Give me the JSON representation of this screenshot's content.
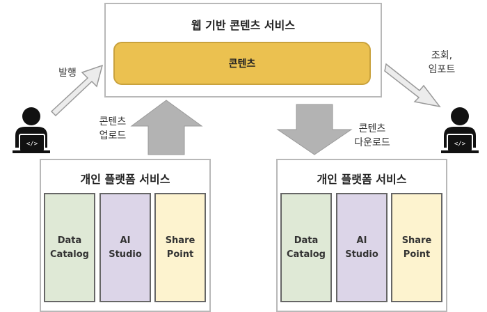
{
  "web_service": {
    "title": "웹 기반 콘텐츠 서비스",
    "content_label": "콘텐츠"
  },
  "arrows": {
    "publish": "발행",
    "view_import": [
      "조회,",
      "임포트"
    ],
    "upload": [
      "콘텐츠",
      "업로드"
    ],
    "download": [
      "콘텐츠",
      "다운로드"
    ]
  },
  "left_platform": {
    "title": "개인 플랫폼 서비스",
    "services": [
      [
        "Data",
        "Catalog"
      ],
      [
        "AI",
        "Studio"
      ],
      [
        "Share",
        "Point"
      ]
    ]
  },
  "right_platform": {
    "title": "개인 플랫폼 서비스",
    "services": [
      [
        "Data",
        "Catalog"
      ],
      [
        "AI",
        "Studio"
      ],
      [
        "Share",
        "Point"
      ]
    ]
  },
  "colors": {
    "content": "#ebc150",
    "data_catalog": "#dfe9d6",
    "ai_studio": "#dcd5e8",
    "share_point": "#fdf3cf",
    "arrow": "#b3b3b3"
  }
}
